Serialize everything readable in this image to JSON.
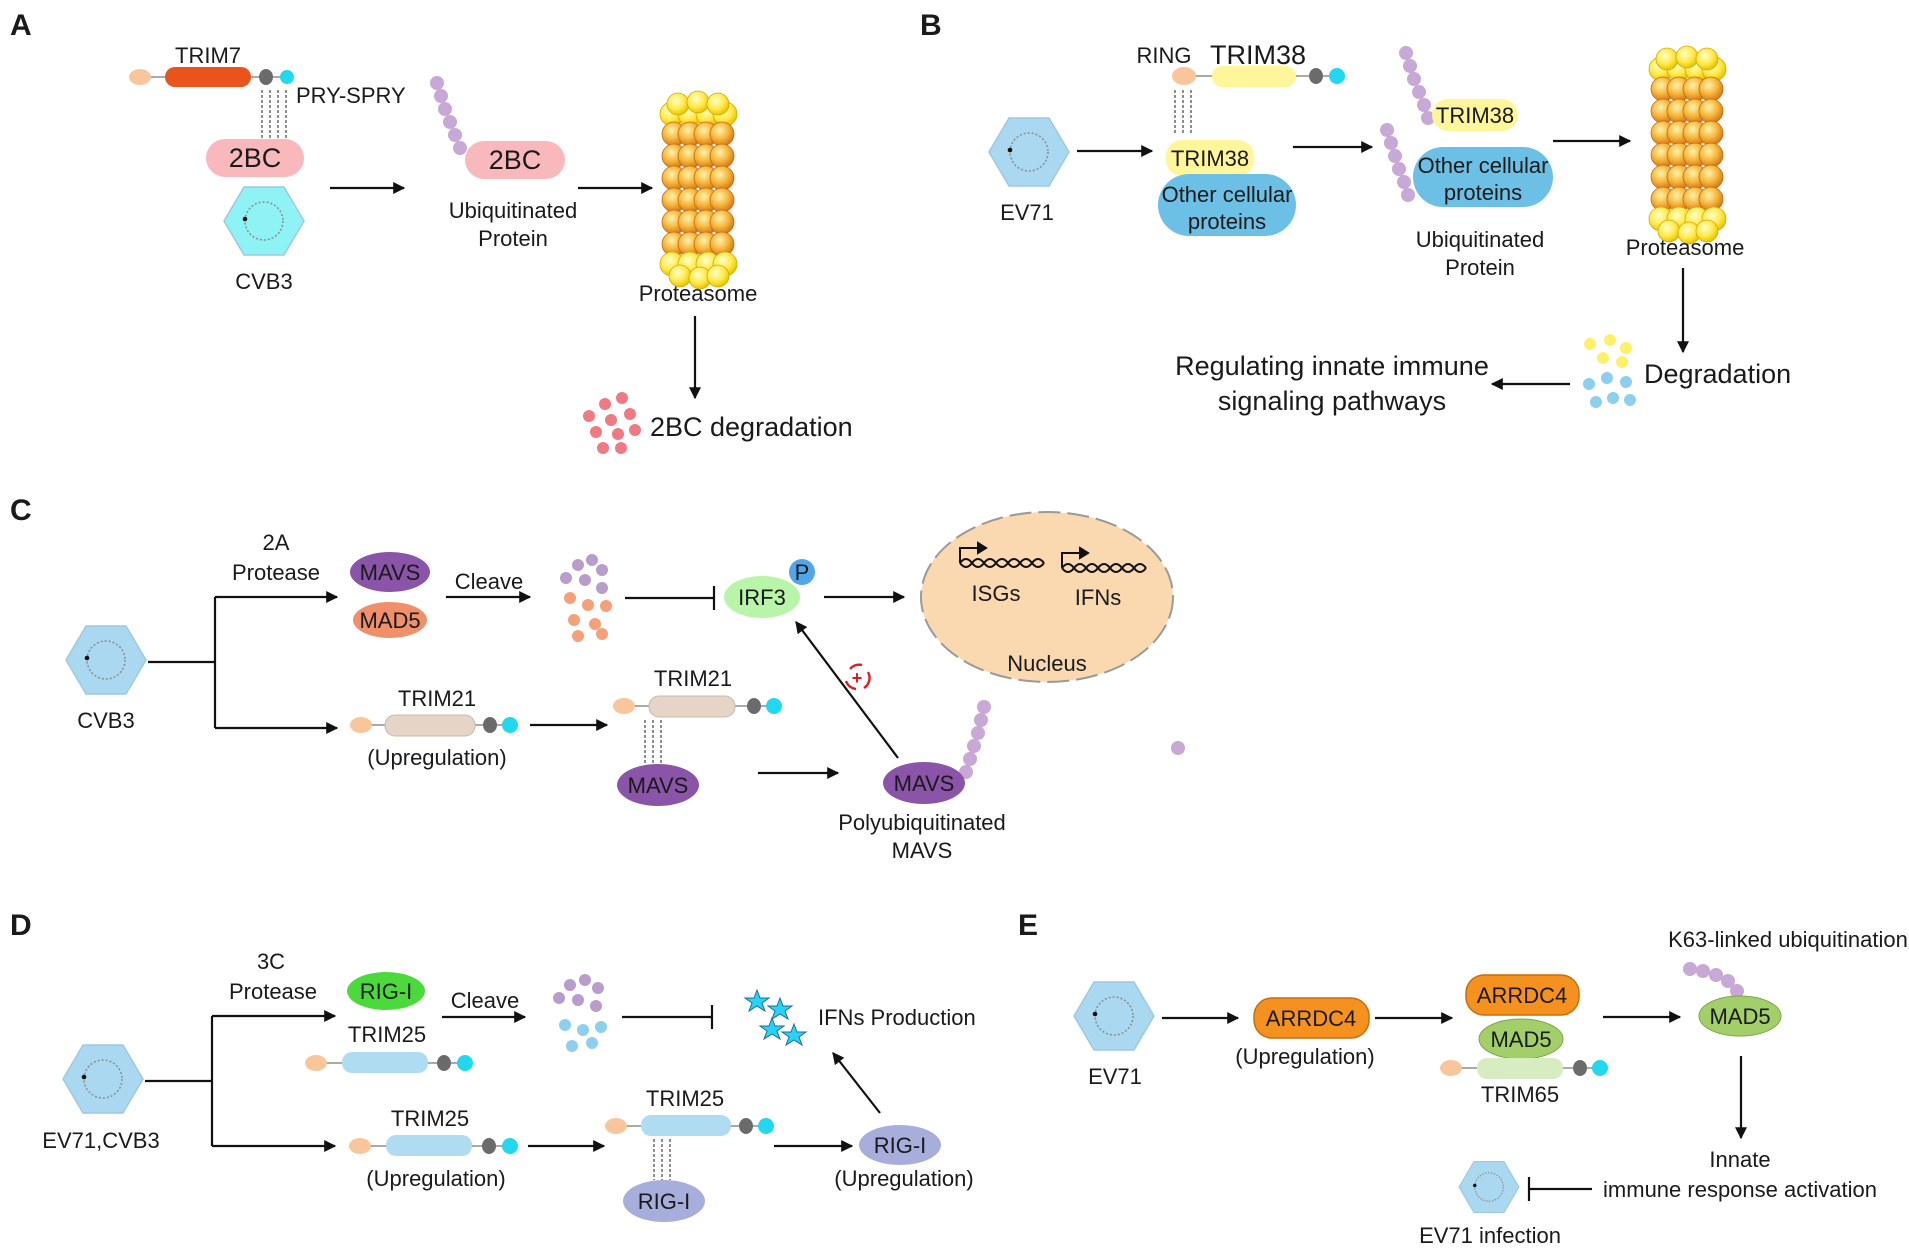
{
  "panels": {
    "A": {
      "letter": "A",
      "trim7": "TRIM7",
      "pry_spry": "PRY-SPRY",
      "protein_2bc": "2BC",
      "virus": "CVB3",
      "ubiquitinated_2bc": "2BC",
      "ubiquitinated_protein": [
        "Ubiquitinated",
        "Protein"
      ],
      "proteasome": "Proteasome",
      "degradation": "2BC degradation"
    },
    "B": {
      "letter": "B",
      "ring": "RING",
      "trim38": "TRIM38",
      "virus": "EV71",
      "trim38_bound": "TRIM38",
      "other_proteins": [
        "Other cellular",
        "proteins"
      ],
      "trim38_ub": "TRIM38",
      "other_proteins_ub": [
        "Other cellular",
        "proteins"
      ],
      "ubiquitinated_protein": [
        "Ubiquitinated",
        "Protein"
      ],
      "proteasome": "Proteasome",
      "degradation": "Degradation",
      "regulating": [
        "Regulating innate immune",
        "signaling pathways"
      ]
    },
    "C": {
      "letter": "C",
      "virus": "CVB3",
      "protease": [
        "2A",
        "Protease"
      ],
      "mavs": "MAVS",
      "mad5": "MAD5",
      "cleave": "Cleave",
      "irf3": "IRF3",
      "phospho": "P",
      "isgs": "ISGs",
      "ifns": "IFNs",
      "nucleus": "Nucleus",
      "trim21": "TRIM21",
      "upregulation": "(Upregulation)",
      "trim21_bound": "TRIM21",
      "mavs_bound": "MAVS",
      "mavs_poly": "MAVS",
      "plus": "+",
      "poly_label": [
        "Polyubiquitinated",
        "MAVS"
      ]
    },
    "D": {
      "letter": "D",
      "virus": "EV71,CVB3",
      "protease": [
        "3C",
        "Protease"
      ],
      "rigi": "RIG-I",
      "trim25": "TRIM25",
      "cleave": "Cleave",
      "ifns_production": "IFNs Production",
      "trim25_up": "TRIM25",
      "upregulation": "(Upregulation)",
      "trim25_bound": "TRIM25",
      "rigi_bound": "RIG-I",
      "rigi_up": "RIG-I",
      "rigi_upregulation": "(Upregulation)"
    },
    "E": {
      "letter": "E",
      "virus": "EV71",
      "arrdc4": "ARRDC4",
      "upregulation": "(Upregulation)",
      "arrdc4_complex": "ARRDC4",
      "mad5_complex": "MAD5",
      "trim65": "TRIM65",
      "k63": "K63-linked ubiquitination",
      "mad5_ub": "MAD5",
      "innate": [
        "Innate",
        "immune response activation"
      ],
      "infection": "EV71 infection"
    }
  },
  "colors": {
    "virus_fill": "#a9d8f0",
    "virus_a_fill": "#8ff2f5",
    "mavs": "#8a54a8",
    "mad5": "#f0906a",
    "pink_2bc": "#f9b8bc",
    "trim7": "#e8541c",
    "trim38": "#fff59a",
    "other_proteins": "#6cc0e6",
    "irf3": "#b8f5a8",
    "nucleus": "#fbd9b0",
    "rigi_green": "#4cd93c",
    "rigi_purple": "#a8aedb",
    "trim25": "#b0dcf2",
    "trim21": "#e6d5c6",
    "arrdc4": "#f5911e",
    "mad5_green": "#a3cf6a",
    "trim65": "#d7ecc0",
    "ubiquitin": "#c7a8d6",
    "star": "#29d2f5"
  }
}
